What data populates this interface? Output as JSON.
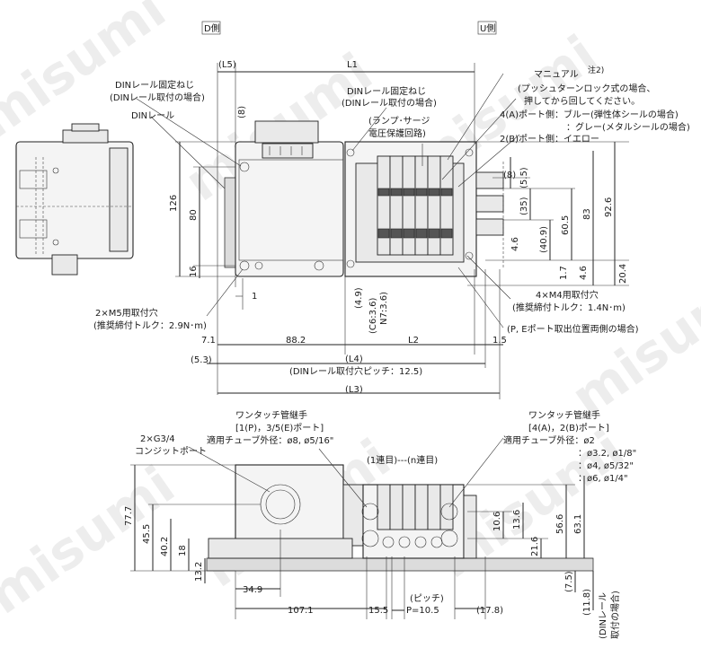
{
  "watermark": "misumi",
  "labels": {
    "d_side": "D側",
    "u_side": "U側",
    "l5": "(L5)",
    "l1": "L1",
    "l2": "L2",
    "l3": "(L3)",
    "l4": "(L4)",
    "din_screw_left_1": "DINレール固定ねじ",
    "din_screw_left_2": "(DINレール取付の場合)",
    "din_rail": "DINレール",
    "din_screw_mid_1": "DINレール固定ねじ",
    "din_screw_mid_2": "(DINレール取付の場合)",
    "lamp_1": "(ランプ･サージ",
    "lamp_2": "電圧保護回路)",
    "manual_title": "マニュアル",
    "manual_note": "注2)",
    "manual_1": "(プッシュターンロック式の場合、",
    "manual_2": "押してから回してください。",
    "port4_1": "4(A)ポート側：ブルー(弾性体シールの場合)",
    "port4_2": "：グレー(メタルシールの場合)",
    "port2": "2(B)ポート側：イエロー",
    "m5_1": "2×M5用取付穴",
    "m5_2": "(推奨締付トルク：2.9N･m)",
    "m4_1": "4×M4用取付穴",
    "m4_2": "(推奨締付トルク：1.4N･m)",
    "pe_note": "(P, Eポート取出位置両側の場合)",
    "din_pitch": "(DINレール取付穴ピッチ：12.5)",
    "g34_1": "2×G3/4",
    "g34_2": "コンジットポート",
    "ot_left_1": "ワンタッチ管継手",
    "ot_left_2": "[1(P)，3/5(E)ポート]",
    "ot_left_3": "適用チューブ外径：ø8, ø5/16\"",
    "ot_right_1": "ワンタッチ管継手",
    "ot_right_2": "[4(A)，2(B)ポート]",
    "ot_right_3": "適用チューブ外径：ø2",
    "ot_right_4": "：ø3.2, ø1/8\"",
    "ot_right_5": "：ø4, ø5/32\"",
    "ot_right_6": "：ø6, ø1/4\"",
    "stations": "(1連目)---(n連目)",
    "pitch_1": "(ピッチ)",
    "pitch_2": "P=10.5",
    "din_mount_1": "(DINレール",
    "din_mount_2": "取付の場合)"
  },
  "dims": {
    "d126": "126",
    "d80": "80",
    "d16": "16",
    "d8": "(8)",
    "d1": "1",
    "d7_1": "7.1",
    "d88_2": "88.2",
    "d5_3": "(5.3)",
    "d1_5": "1.5",
    "d4_9": "(4.9)",
    "dc6": "(C6:3.6)",
    "dn7": "N7:3.6)",
    "d8b": "(8)",
    "d5_5": "(5.5)",
    "d35": "(35)",
    "d4_6a": "4.6",
    "d40_9": "(40.9)",
    "d60_5": "60.5",
    "d83": "83",
    "d92_6": "92.6",
    "d1_7": "1.7",
    "d4_6b": "4.6",
    "d20_4": "20.4",
    "d77_7": "77.7",
    "d45_5": "45.5",
    "d40_2": "40.2",
    "d18": "18",
    "d13_2": "13.2",
    "d34_9": "34.9",
    "d107_1": "107.1",
    "d15_5": "15.5",
    "d17_8": "(17.8)",
    "d10_6": "10.6",
    "d13_6": "13.6",
    "d21_6": "21.6",
    "d56_6": "56.6",
    "d63_1": "63.1",
    "d7_5": "(7.5)",
    "d11_8": "(11.8)"
  }
}
